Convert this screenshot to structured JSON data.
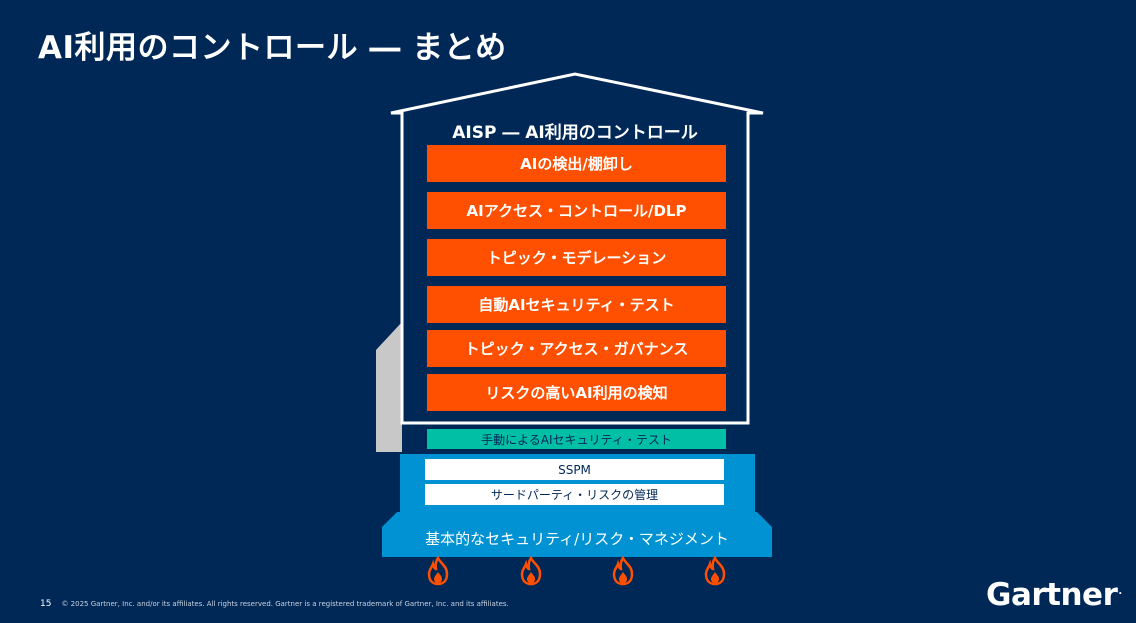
{
  "slide": {
    "title": "AI利用のコントロール ― まとめ"
  },
  "house": {
    "label": "AISP ― AI利用のコントロール",
    "bars": [
      "AIの検出/棚卸し",
      "AIアクセス・コントロール/DLP",
      "トピック・モデレーション",
      "自動AIセキュリティ・テスト",
      "トピック・アクセス・ガバナンス",
      "リスクの高いAI利用の検知"
    ]
  },
  "manual_test": "手動によるAIセキュリティ・テスト",
  "platform": {
    "items": [
      "SSPM",
      "サードパーティ・リスクの管理"
    ]
  },
  "foundation": "基本的なセキュリティ/リスク・マネジメント",
  "colors": {
    "background": "#002856",
    "orange": "#fe5000",
    "teal": "#00bfa5",
    "blue": "#0092d2",
    "grey": "#c8c8c8"
  },
  "flame_icons": [
    "flame-icon",
    "flame-icon",
    "flame-icon",
    "flame-icon"
  ],
  "footer": {
    "page_number": "15",
    "copyright": "© 2025 Gartner, Inc. and/or its affiliates. All rights reserved. Gartner is a registered trademark of Gartner, Inc. and its affiliates."
  },
  "logo": {
    "text": "Gartner",
    "mark": "."
  }
}
